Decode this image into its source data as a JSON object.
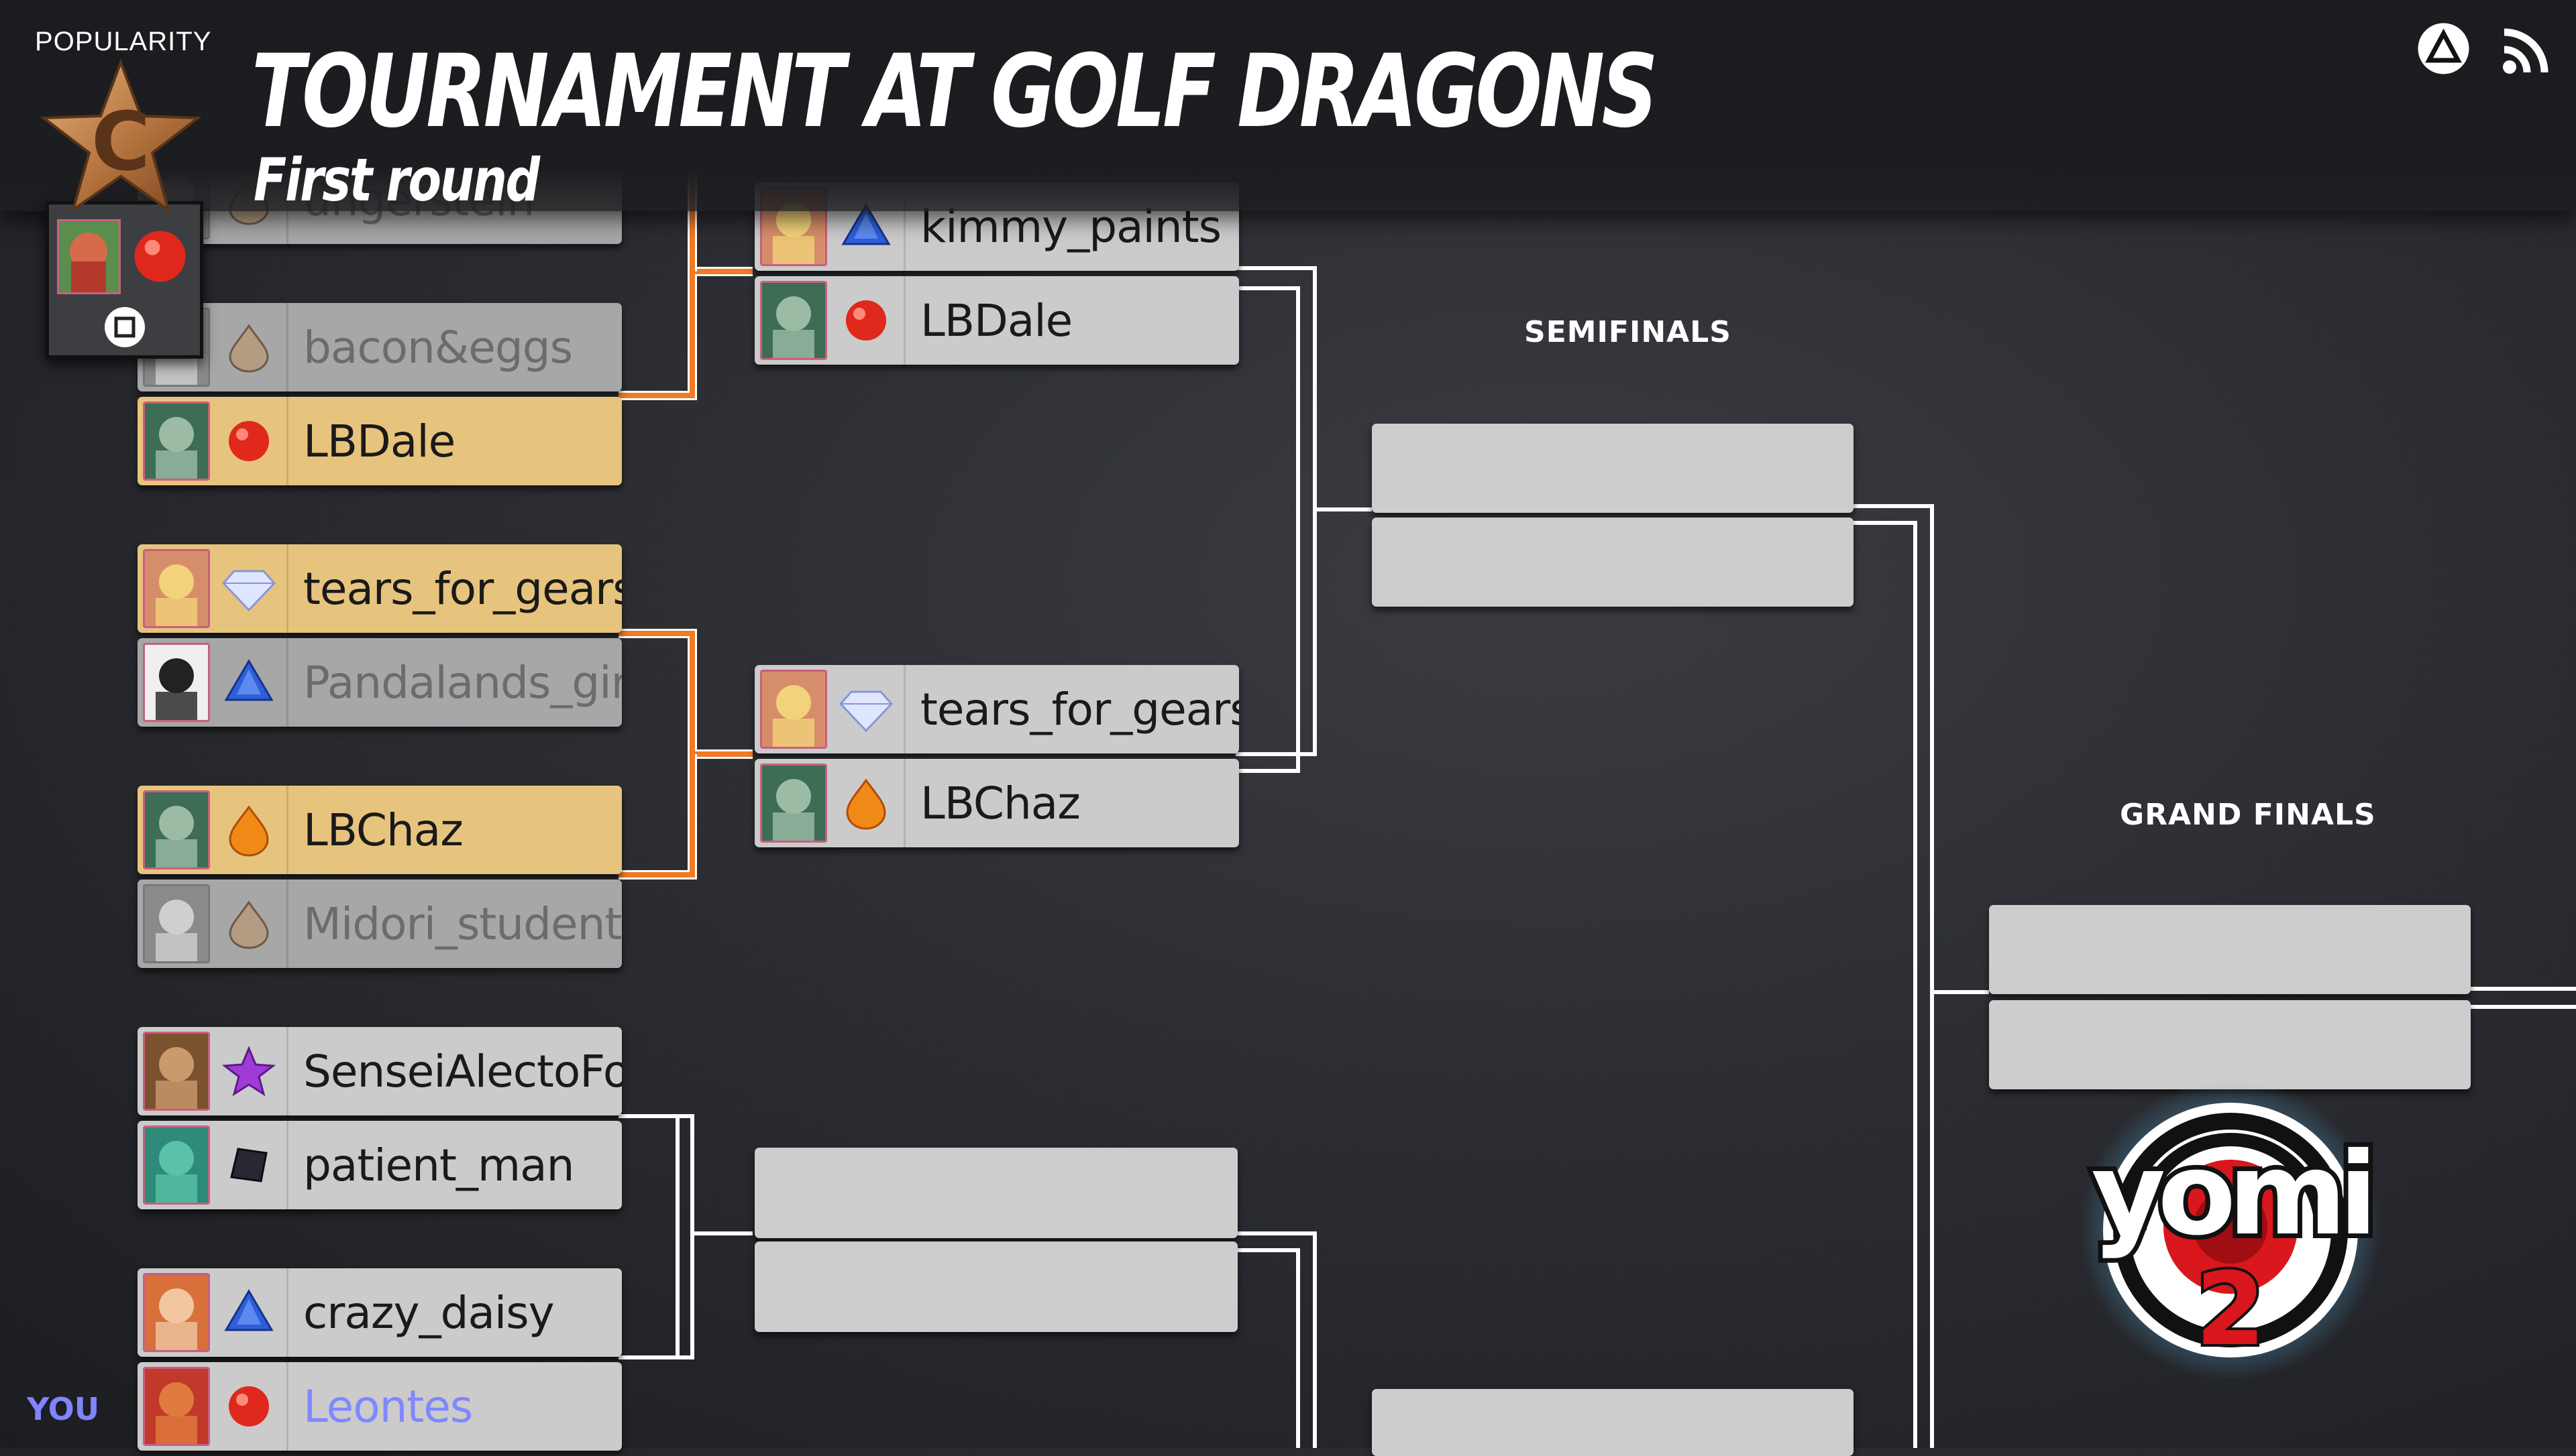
{
  "header": {
    "title": "TOURNAMENT AT GOLF DRAGONS",
    "subtitle": "First round",
    "popularity_label": "POPULARITY",
    "rank_letter": "C"
  },
  "top_icons": [
    "triangle-button-icon",
    "broadcast-icon"
  ],
  "round_labels": {
    "semifinals": "SEMIFINALS",
    "grand_finals": "GRAND FINALS"
  },
  "you_label": "YOU",
  "first_round": [
    {
      "name": "ungerstein",
      "state": "lose",
      "gem": "earth",
      "portrait": "grey"
    },
    {
      "name": "bacon&eggs",
      "state": "lose",
      "gem": "earth",
      "portrait": "grey"
    },
    {
      "name": "LBDale",
      "state": "win",
      "gem": "ruby",
      "portrait": "green"
    },
    {
      "name": "tears_for_gears",
      "state": "win",
      "gem": "diamond",
      "portrait": "blond"
    },
    {
      "name": "Pandalands_girl",
      "state": "lose",
      "gem": "sapphire",
      "portrait": "panda"
    },
    {
      "name": "LBChaz",
      "state": "win",
      "gem": "fire",
      "portrait": "green"
    },
    {
      "name": "Midori_student",
      "state": "lose",
      "gem": "earth",
      "portrait": "grey"
    },
    {
      "name": "SenseiAlectoFold",
      "state": "neutral",
      "gem": "amethyst",
      "portrait": "bald"
    },
    {
      "name": "patient_man",
      "state": "neutral",
      "gem": "obsidian",
      "portrait": "lizard"
    },
    {
      "name": "crazy_daisy",
      "state": "neutral",
      "gem": "sapphire",
      "portrait": "redhood"
    },
    {
      "name": "Leontes",
      "state": "neutral",
      "gem": "ruby",
      "portrait": "dwarf",
      "you": true
    }
  ],
  "quarterfinals": [
    {
      "name": "kimmy_paints",
      "gem": "sapphire",
      "portrait": "blond"
    },
    {
      "name": "LBDale",
      "gem": "ruby",
      "portrait": "green"
    },
    {
      "name": "tears_for_gears",
      "gem": "diamond",
      "portrait": "blond"
    },
    {
      "name": "LBChaz",
      "gem": "fire",
      "portrait": "green"
    }
  ],
  "colors": {
    "winner_slot": "#e7c47d",
    "loser_slot": "#a7a7a7",
    "empty_slot": "#cdcdcd",
    "win_path": "#f07a25",
    "bracket_line": "#ffffff",
    "you": "#7f84ff"
  },
  "logo_text": "yomi 2"
}
